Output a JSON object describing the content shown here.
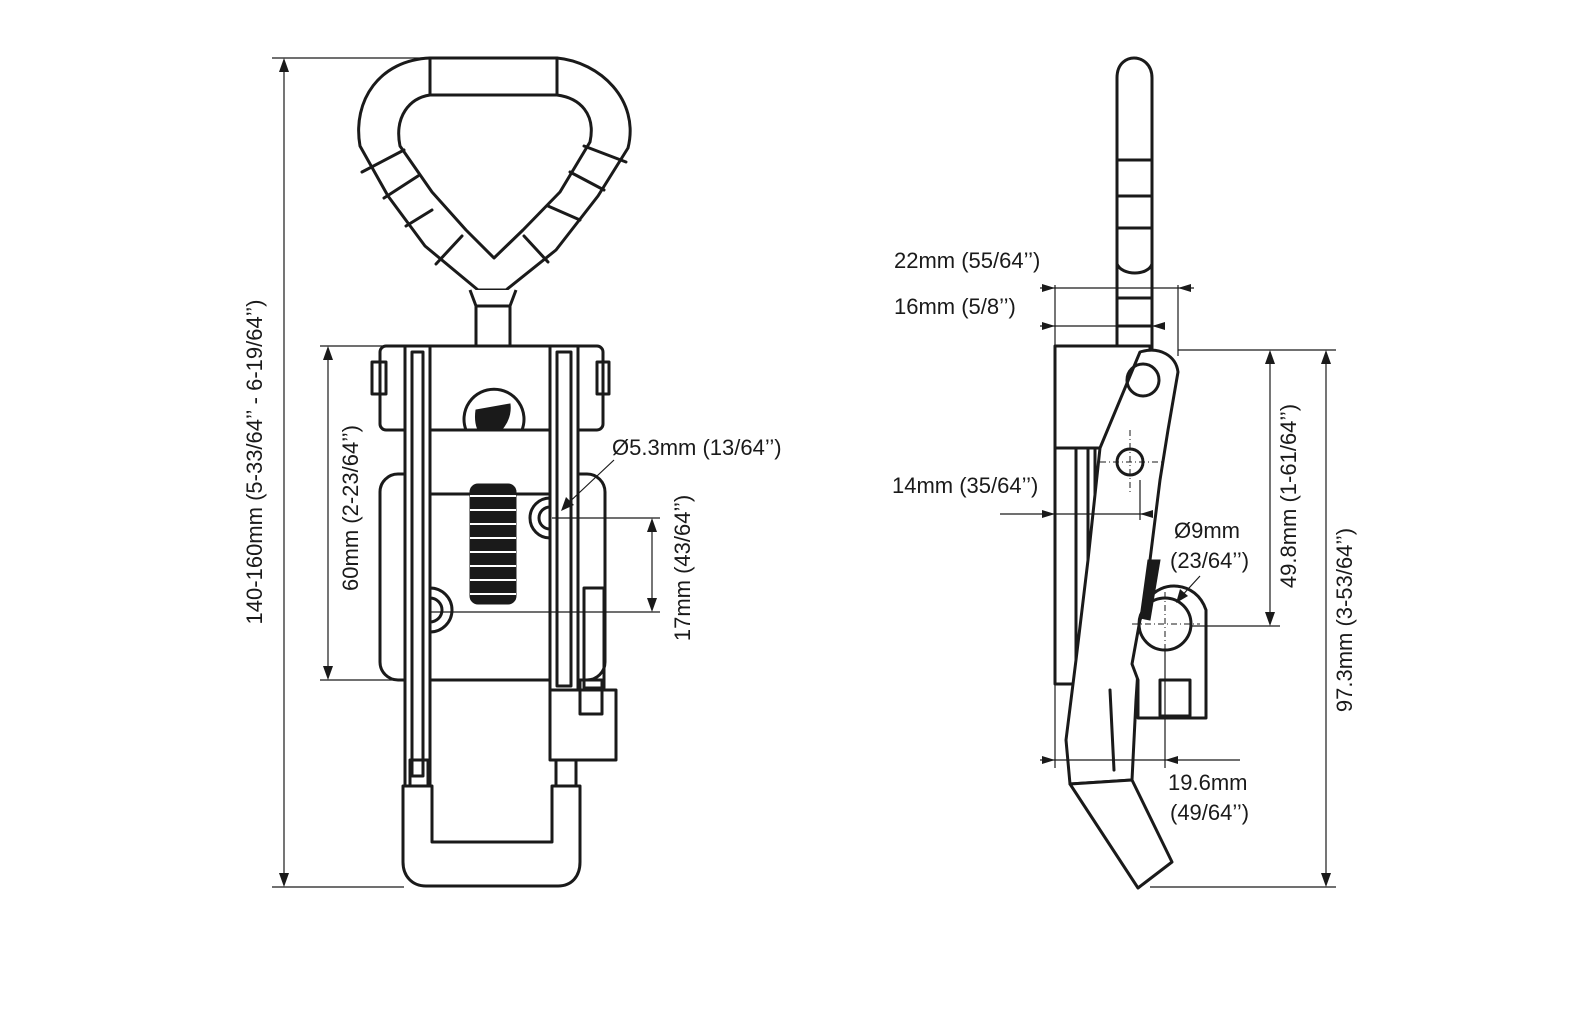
{
  "front_view": {
    "overall_height": "140-160mm (5-33/64’’ - 6-19/64’’)",
    "base_height": "60mm (2-23/64’’)",
    "hole_diameter": "Ø5.3mm (13/64’’)",
    "hole_spacing": "17mm (43/64’’)"
  },
  "side_view": {
    "width_22": "22mm (55/64’’)",
    "width_16": "16mm (5/8’’)",
    "width_14": "14mm (35/64’’)",
    "pin_diameter_line1": "Ø9mm",
    "pin_diameter_line2": "(23/64’’)",
    "height_49": "49.8mm (1-61/64’’)",
    "height_97": "97.3mm (3-53/64’’)",
    "offset_line1": "19.6mm",
    "offset_line2": "(49/64’’)"
  }
}
